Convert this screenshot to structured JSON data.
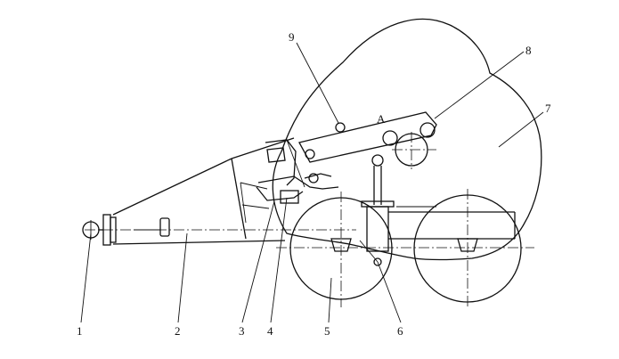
{
  "callouts": [
    {
      "id": "1",
      "label": "1"
    },
    {
      "id": "2",
      "label": "2"
    },
    {
      "id": "3",
      "label": "3"
    },
    {
      "id": "4",
      "label": "4"
    },
    {
      "id": "5",
      "label": "5"
    },
    {
      "id": "6",
      "label": "6"
    },
    {
      "id": "7",
      "label": "7"
    },
    {
      "id": "8",
      "label": "8"
    },
    {
      "id": "9",
      "label": "9"
    }
  ],
  "small_mark": "A"
}
